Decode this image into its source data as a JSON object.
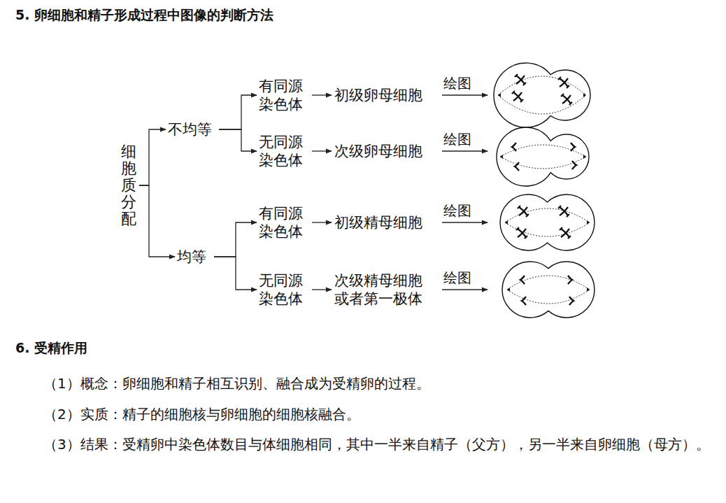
{
  "diagram": {
    "title": "5. 卵细胞和精子形成过程中图像的判断方法",
    "nodes": [
      {
        "text": [
          "细胞质分配"
        ]
      },
      {
        "text": [
          "不均等"
        ]
      },
      {
        "text": [
          "有同源 染色体"
        ]
      },
      {
        "text": [
          "初级卵母细胞"
        ]
      },
      {
        "text": [
          "无同源 染色体"
        ]
      },
      {
        "text": [
          "次级卵母细胞"
        ]
      },
      {
        "text": [
          "均等"
        ]
      },
      {
        "text": [
          "有同源 染色体"
        ]
      },
      {
        "text": [
          "初级精母细胞"
        ]
      },
      {
        "text": [
          "无同源 染色体"
        ]
      },
      {
        "text": [
          "次级精母细胞 或者第一极体"
        ]
      }
    ],
    "edges": [
      {
        "from": 0,
        "to": 1,
        "arrow": "to"
      },
      {
        "from": 0,
        "to": 6,
        "arrow": "to"
      },
      {
        "from": 1,
        "to": 2,
        "arrow": "to"
      },
      {
        "from": 1,
        "to": 4,
        "arrow": "to"
      },
      {
        "from": 6,
        "to": 7,
        "arrow": "to"
      },
      {
        "from": 6,
        "to": 9,
        "arrow": "to"
      },
      {
        "from": 2,
        "to": 3,
        "arrow": "to"
      },
      {
        "from": 4,
        "to": 5,
        "arrow": "to"
      },
      {
        "from": 7,
        "to": 8,
        "arrow": "to"
      },
      {
        "from": 9,
        "to": 10,
        "arrow": "to"
      }
    ],
    "labels": [
      "绘图",
      "绘图",
      "绘图",
      "绘图",
      "6. 受精作用",
      "（1）概念：卵细胞和精子相互识别、融合成为受精卵的过程。",
      "（2）实质：精子的细胞核与卵细胞的细胞核融合。",
      "（3）结果：受精卵中染色体数目与体细胞相同，其中一半来自精子（父方），另一半来自卵细胞（母方）。"
    ]
  }
}
